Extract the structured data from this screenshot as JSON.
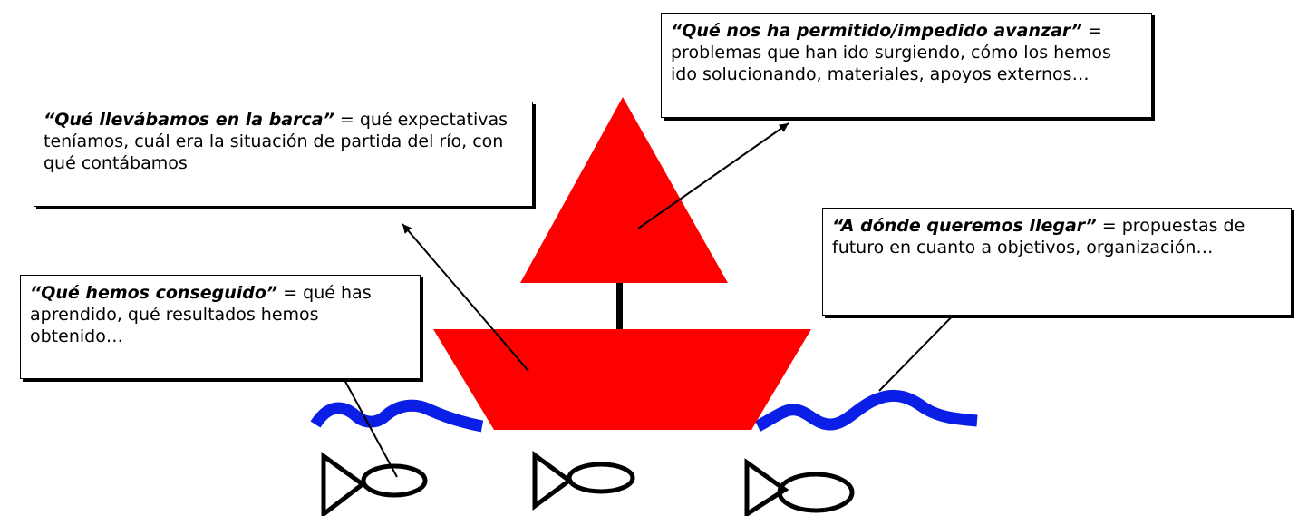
{
  "colors": {
    "sail": "#ff0000",
    "hull": "#ff0000",
    "water": "#0a1ee6",
    "ink": "#000000"
  },
  "callouts": {
    "barca": {
      "title": "“Qué llevábamos en la barca”",
      "equals": " = ",
      "body": "qué expectativas teníamos, cuál era la situación de partida del río, con qué contábamos"
    },
    "avanzar": {
      "title": "“Qué nos ha permitido/impedido avanzar”",
      "equals": " = ",
      "body": "problemas que han ido surgiendo, cómo los hemos ido solucionando, materiales, apoyos externos…"
    },
    "llegar": {
      "title": "“A dónde queremos llegar”",
      "equals": " = ",
      "body": "propuestas de futuro en cuanto a objetivos, organización…"
    },
    "conseguido": {
      "title": "“Qué hemos conseguido”",
      "equals": " = ",
      "body": "qué has aprendido, qué resultados hemos obtenido…"
    }
  }
}
